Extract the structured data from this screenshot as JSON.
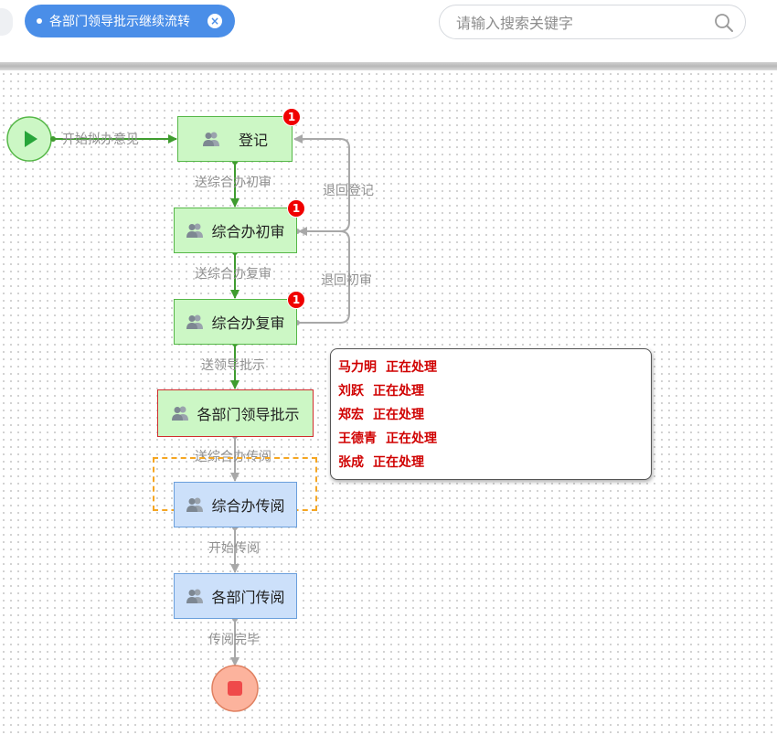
{
  "header": {
    "filter_tag": {
      "label": "各部门领导批示继续流转",
      "close_glyph": "×"
    },
    "search": {
      "placeholder": "请输入搜索关键字",
      "value": ""
    }
  },
  "colors": {
    "accent": "#4a8ee8",
    "node_green": "#ccf7c5",
    "node_blue": "#cce0fa",
    "badge": "#f00000",
    "active_edge": "#3f9c2f",
    "inactive_edge": "#a8a8a8",
    "tooltip_text": "#d00000"
  },
  "flow": {
    "start_label": "开始拟办意见",
    "nodes": [
      {
        "id": "dengji",
        "label": "登记",
        "state": "done",
        "badge": "1"
      },
      {
        "id": "chushen",
        "label": "综合办初审",
        "state": "done",
        "badge": "1"
      },
      {
        "id": "fushen",
        "label": "综合办复审",
        "state": "done",
        "badge": "1"
      },
      {
        "id": "pishi",
        "label": "各部门领导批示",
        "state": "current",
        "badge": ""
      },
      {
        "id": "zh-chuanyue",
        "label": "综合办传阅",
        "state": "pending",
        "badge": ""
      },
      {
        "id": "bm-chuanyue",
        "label": "各部门传阅",
        "state": "pending",
        "badge": ""
      }
    ],
    "edges": [
      {
        "label": "送综合办初审"
      },
      {
        "label": "送综合办复审"
      },
      {
        "label": "送领导批示"
      },
      {
        "label": "送综合办传阅"
      },
      {
        "label": "开始传阅"
      },
      {
        "label": "传阅完毕"
      },
      {
        "label": "退回登记"
      },
      {
        "label": "退回初审"
      }
    ]
  },
  "tooltip": {
    "rows": [
      {
        "name": "马力明",
        "status": "正在处理"
      },
      {
        "name": "刘跃",
        "status": "正在处理"
      },
      {
        "name": "郑宏",
        "status": "正在处理"
      },
      {
        "name": "王德青",
        "status": "正在处理"
      },
      {
        "name": "张成",
        "status": "正在处理"
      }
    ]
  }
}
